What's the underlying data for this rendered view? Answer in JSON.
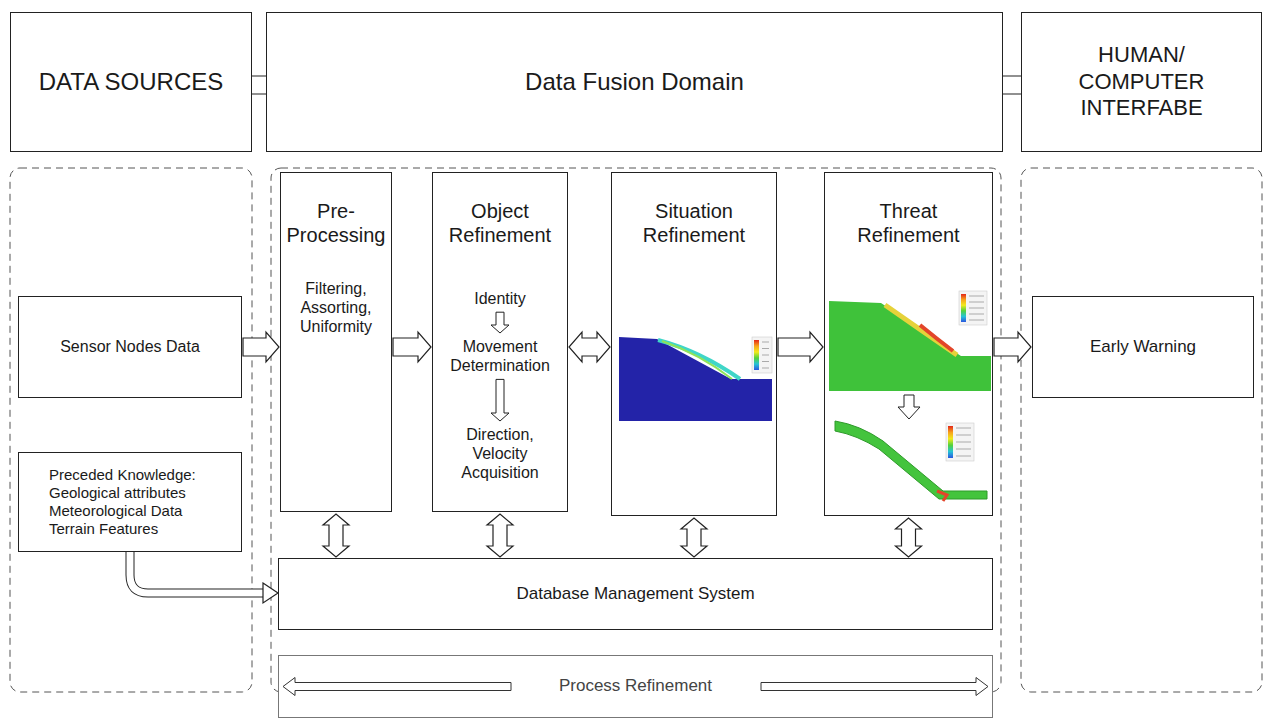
{
  "diagram": {
    "nodes": [
      {
        "text": [
          "DATA SOURCES"
        ]
      },
      {
        "text": [
          "Data Fusion Domain"
        ]
      },
      {
        "text": [
          "HUMAN/ COMPUTER INTERFABE"
        ]
      },
      {
        "text": [
          "Sensor Nodes Data"
        ]
      },
      {
        "text": [
          "Preceded Knowledge: Geological attributes Meteorological Data Terrain Features"
        ]
      },
      {
        "text": [
          "Pre- Processing",
          "Filtering, Assorting, Uniformity"
        ]
      },
      {
        "text": [
          "Object Refinement",
          "Identity",
          "Movement Determination",
          "Direction, Velocity Acquisition"
        ]
      },
      {
        "text": [
          "Situation Refinement"
        ]
      },
      {
        "text": [
          "Threat Refinement"
        ]
      },
      {
        "text": [
          "Early Warning"
        ]
      },
      {
        "text": [
          "Database Management System"
        ]
      },
      {
        "text": [
          "Process Refinement"
        ]
      }
    ],
    "edges": [
      {
        "from": 0,
        "to": 1,
        "arrow": "to"
      },
      {
        "from": 1,
        "to": 2,
        "arrow": "to"
      },
      {
        "from": 3,
        "to": 5,
        "arrow": "to"
      },
      {
        "from": 5,
        "to": 6,
        "arrow": "to"
      },
      {
        "from": 6,
        "to": 7,
        "arrow": "both"
      },
      {
        "from": 7,
        "to": 8,
        "arrow": "to"
      },
      {
        "from": 8,
        "to": 9,
        "arrow": "to"
      },
      {
        "from": 5,
        "to": 10,
        "arrow": "both"
      },
      {
        "from": 6,
        "to": 10,
        "arrow": "both"
      },
      {
        "from": 7,
        "to": 10,
        "arrow": "both"
      },
      {
        "from": 8,
        "to": 10,
        "arrow": "both"
      },
      {
        "from": 4,
        "to": 10,
        "arrow": "to"
      }
    ]
  }
}
